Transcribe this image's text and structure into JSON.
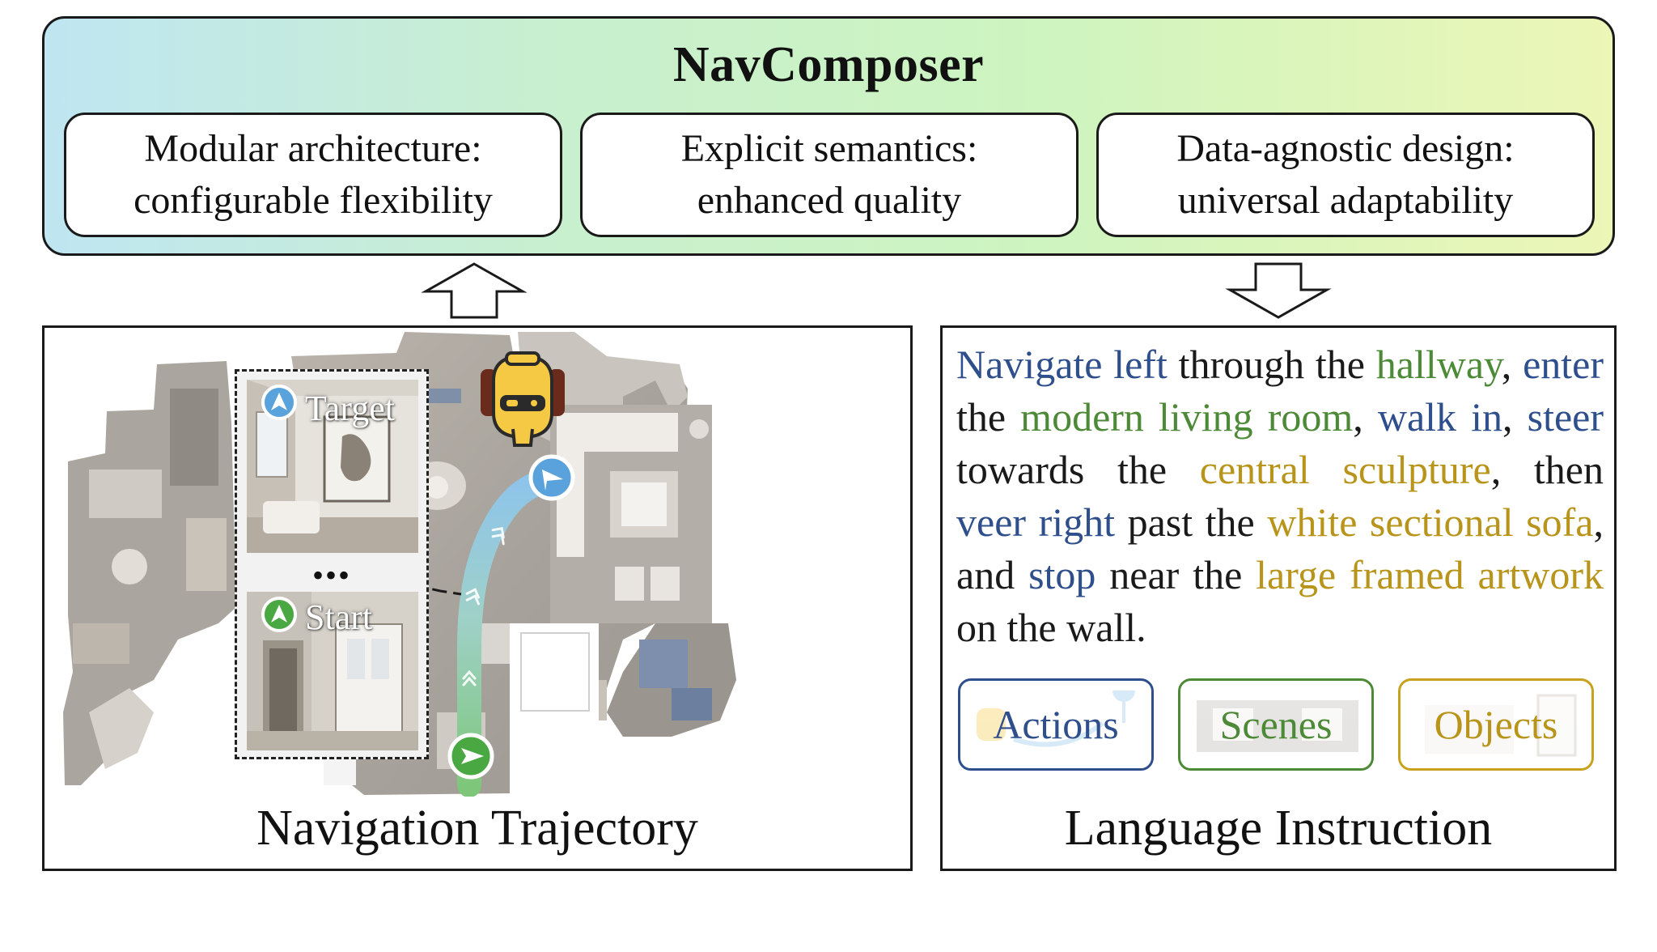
{
  "banner": {
    "title": "NavComposer",
    "features": [
      {
        "line1": "Modular architecture:",
        "line2": "configurable flexibility"
      },
      {
        "line1": "Explicit semantics:",
        "line2": "enhanced quality"
      },
      {
        "line1": "Data-agnostic design:",
        "line2": "universal adaptability"
      }
    ]
  },
  "trajectory": {
    "caption": "Navigation Trajectory",
    "target_label": "Target",
    "start_label": "Start",
    "ellipsis": "•••"
  },
  "instruction": {
    "caption": "Language Instruction",
    "segments": [
      {
        "text": "Navigate left",
        "type": "action"
      },
      {
        "text": " through the ",
        "type": "plain"
      },
      {
        "text": "hallway",
        "type": "scene"
      },
      {
        "text": ", ",
        "type": "plain"
      },
      {
        "text": "enter",
        "type": "action"
      },
      {
        "text": " the ",
        "type": "plain"
      },
      {
        "text": "modern living room",
        "type": "scene"
      },
      {
        "text": ", ",
        "type": "plain"
      },
      {
        "text": "walk in",
        "type": "action"
      },
      {
        "text": ", ",
        "type": "plain"
      },
      {
        "text": "steer",
        "type": "action"
      },
      {
        "text": " towards the ",
        "type": "plain"
      },
      {
        "text": "central sculpture",
        "type": "object"
      },
      {
        "text": ", then ",
        "type": "plain"
      },
      {
        "text": "veer right",
        "type": "action"
      },
      {
        "text": " past the ",
        "type": "plain"
      },
      {
        "text": "white sectional sofa",
        "type": "object"
      },
      {
        "text": ", and ",
        "type": "plain"
      },
      {
        "text": "stop",
        "type": "action"
      },
      {
        "text": " near the ",
        "type": "plain"
      },
      {
        "text": "large framed artwork",
        "type": "object"
      },
      {
        "text": " on the wall.",
        "type": "plain"
      }
    ],
    "tags": [
      {
        "label": "Actions",
        "color": "#2e4f8c"
      },
      {
        "label": "Scenes",
        "color": "#4d8a37"
      },
      {
        "label": "Objects",
        "color": "#c8a21e"
      }
    ]
  },
  "colors": {
    "action": "#2e4f8c",
    "scene": "#4d8a37",
    "object": "#b8951a",
    "robot": "#f6c945",
    "path_start": "#7ec77a",
    "path_end": "#8ec4ea"
  }
}
